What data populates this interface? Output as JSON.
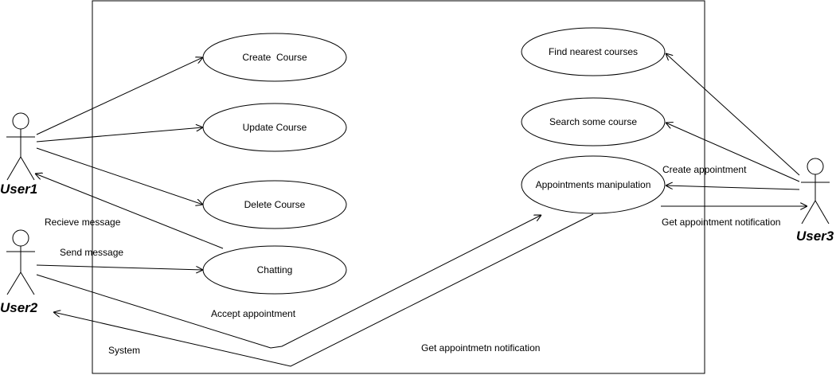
{
  "system": {
    "label": "System"
  },
  "actors": {
    "user1": {
      "name": "User1"
    },
    "user2": {
      "name": "User2"
    },
    "user3": {
      "name": "User3"
    }
  },
  "use_cases": {
    "create_course": "Create  Course",
    "update_course": "Update Course",
    "delete_course": "Delete Course",
    "chatting": "Chatting",
    "find_nearest": "Find nearest courses",
    "search_course": "Search some course",
    "appointments": "Appointments manipulation"
  },
  "labels": {
    "receive_message": "Recieve message",
    "send_message": "Send message",
    "accept_appointment": "Accept appointment",
    "get_notification_user2": "Get appointmetn notification",
    "create_appointment": "Create appointment",
    "get_notification_user3": "Get appointment notification"
  },
  "colors": {
    "line": "#000000",
    "background": "#ffffff"
  }
}
